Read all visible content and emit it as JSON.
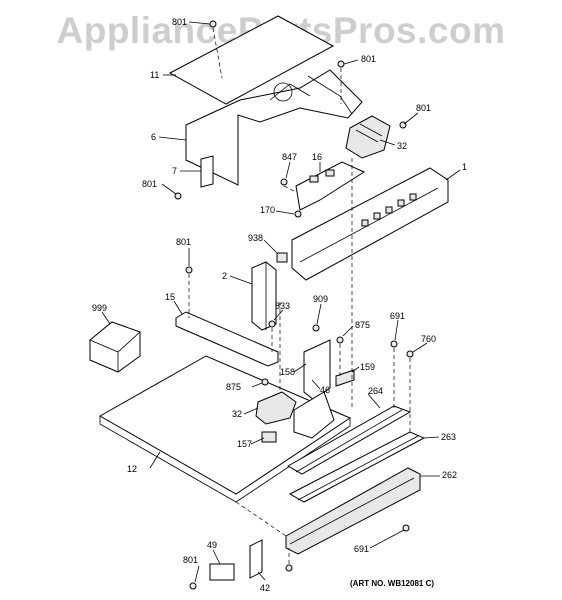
{
  "watermark": "AppliancePartsPros.com",
  "art_number": "(ART NO. WB12081 C)",
  "labels": {
    "p801a": "801",
    "p801b": "801",
    "p801c": "801",
    "p801d": "801",
    "p801e": "801",
    "p801f": "801",
    "p11": "11",
    "p6": "6",
    "p7": "7",
    "p32a": "32",
    "p32b": "32",
    "p847": "847",
    "p16": "16",
    "p1": "1",
    "p170": "170",
    "p938": "938",
    "p2": "2",
    "p999": "999",
    "p15": "15",
    "p833": "833",
    "p909": "909",
    "p875a": "875",
    "p875b": "875",
    "p691a": "691",
    "p691b": "691",
    "p760": "760",
    "p158": "158",
    "p159": "159",
    "p46": "46",
    "p264": "264",
    "p263": "263",
    "p262": "262",
    "p157": "157",
    "p12": "12",
    "p49": "49",
    "p42": "42"
  }
}
